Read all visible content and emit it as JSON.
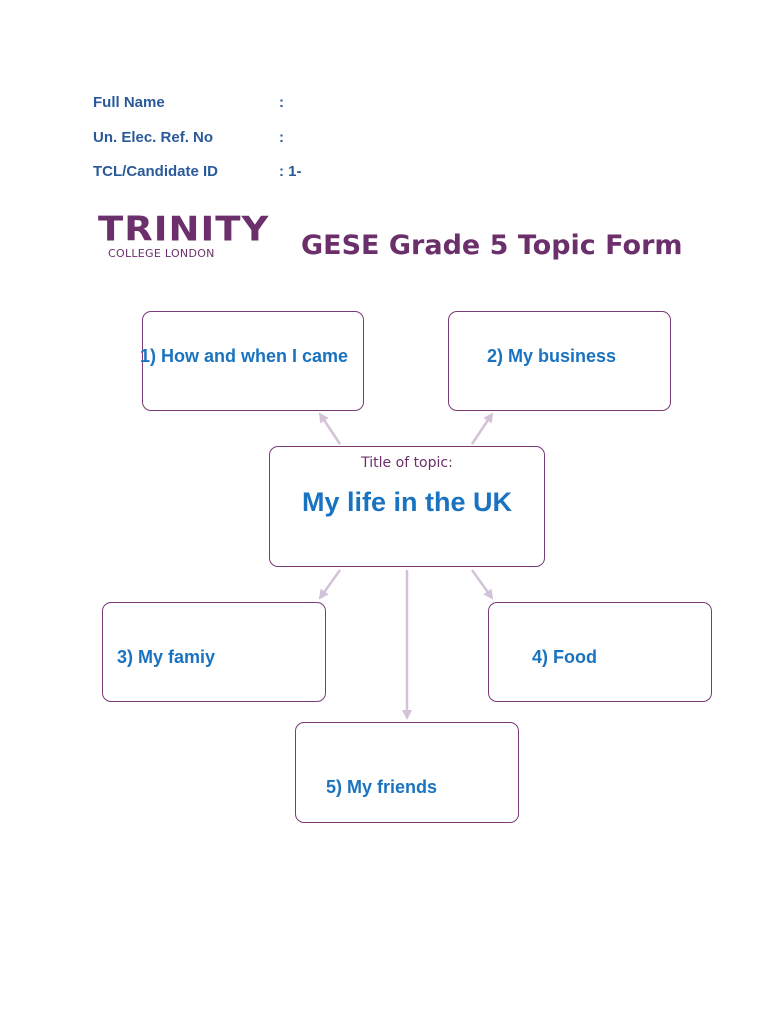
{
  "header": {
    "fields": [
      {
        "label": "Full Name",
        "value": ":"
      },
      {
        "label": "Un. Elec. Ref. No",
        "value": ":"
      },
      {
        "label": "TCL/Candidate ID",
        "value": ": 1-"
      }
    ]
  },
  "logo": {
    "name": "TRINITY",
    "subtitle": "COLLEGE LONDON"
  },
  "form_title": "GESE Grade 5 Topic Form",
  "center": {
    "caption": "Title of topic:",
    "title": "My life in the UK"
  },
  "subtopics": [
    {
      "label": "1) How and when I came"
    },
    {
      "label": "2) My business"
    },
    {
      "label": "3) My famiy"
    },
    {
      "label": "4) Food"
    },
    {
      "label": "5) My friends"
    }
  ],
  "colors": {
    "brand": "#6b2f6b",
    "label_blue": "#2a5a9a",
    "text_blue": "#1a73c0",
    "arrow": "#d3c3d8"
  }
}
